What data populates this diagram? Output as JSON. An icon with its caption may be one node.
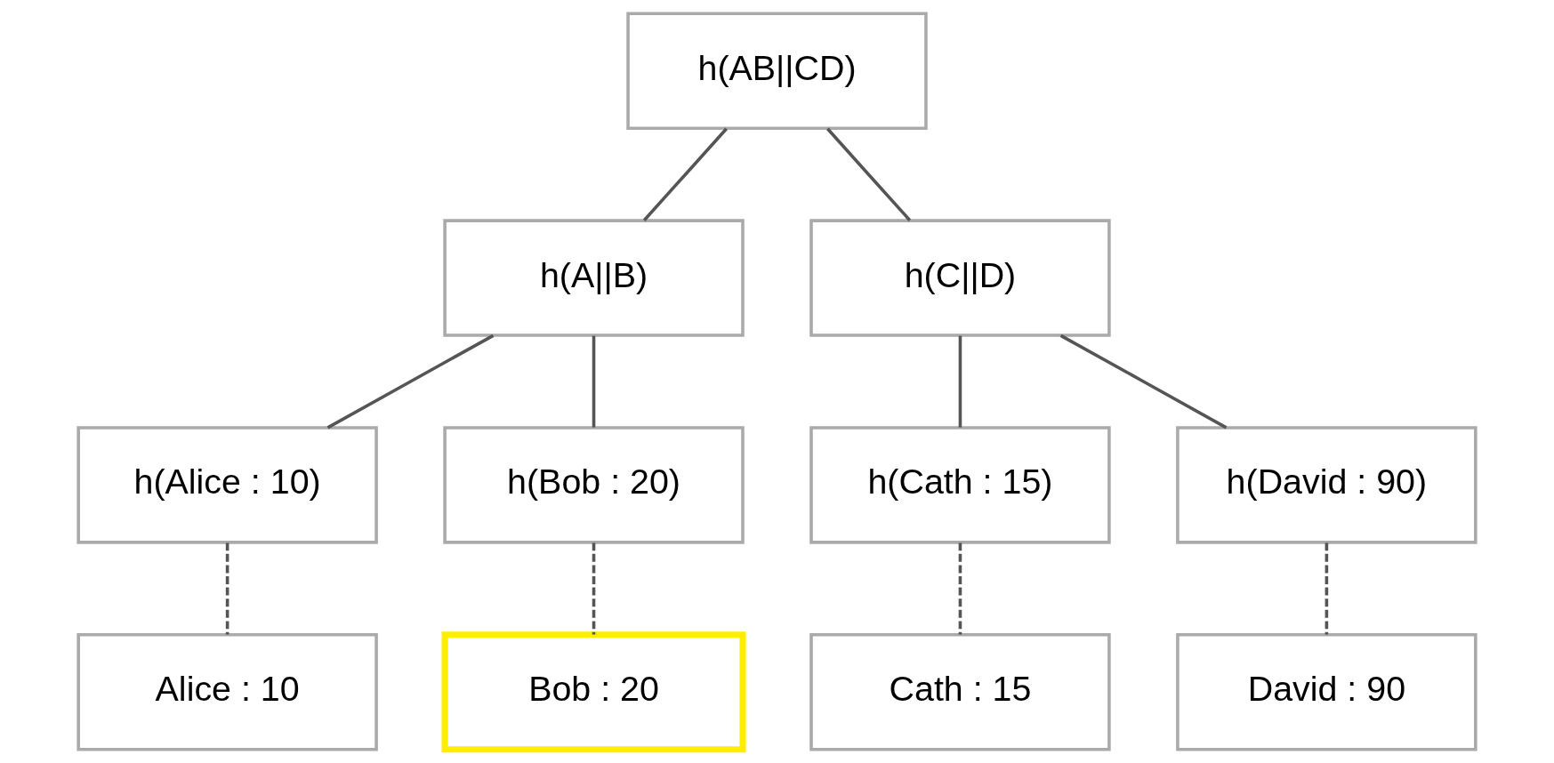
{
  "diagram": {
    "nodes": [
      {
        "text": [
          "h(AB||CD)"
        ]
      },
      {
        "text": [
          "h(A||B)"
        ]
      },
      {
        "text": [
          "h(C||D)"
        ]
      },
      {
        "text": [
          "h(Alice : 10)"
        ]
      },
      {
        "text": [
          "h(Bob : 20)"
        ]
      },
      {
        "text": [
          "h(Cath : 15)"
        ]
      },
      {
        "text": [
          "h(David : 90)"
        ]
      },
      {
        "text": [
          "Alice : 10"
        ]
      },
      {
        "text": [
          "Bob : 20"
        ]
      },
      {
        "text": [
          "Cath : 15"
        ]
      },
      {
        "text": [
          "David : 90"
        ]
      }
    ],
    "edges": [
      {
        "from": 0,
        "to": 1,
        "arrow": "none"
      },
      {
        "from": 0,
        "to": 2,
        "arrow": "none"
      },
      {
        "from": 1,
        "to": 3,
        "arrow": "none"
      },
      {
        "from": 1,
        "to": 4,
        "arrow": "none"
      },
      {
        "from": 2,
        "to": 5,
        "arrow": "none"
      },
      {
        "from": 2,
        "to": 6,
        "arrow": "none"
      },
      {
        "from": 3,
        "to": 7,
        "arrow": "none",
        "style": "dashed"
      },
      {
        "from": 4,
        "to": 8,
        "arrow": "none",
        "style": "dashed"
      },
      {
        "from": 5,
        "to": 9,
        "arrow": "none",
        "style": "dashed"
      },
      {
        "from": 6,
        "to": 10,
        "arrow": "none",
        "style": "dashed"
      }
    ]
  }
}
